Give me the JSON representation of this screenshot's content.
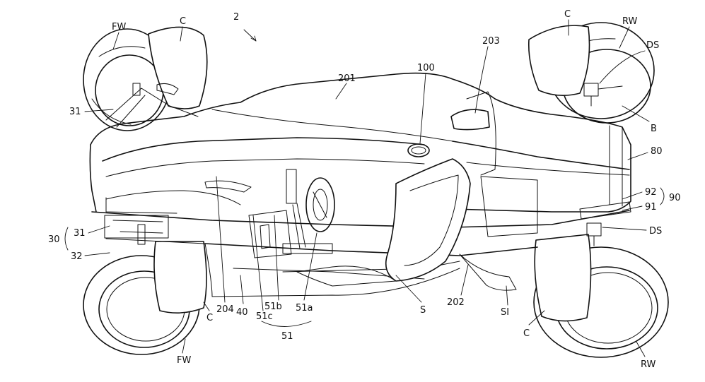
{
  "figure": {
    "figure_number": "2",
    "labels": {
      "fw_front": "FW",
      "c_front_top": "C",
      "c_rear_top": "C",
      "rw_top": "RW",
      "ds_top": "DS",
      "n201": "201",
      "n100": "100",
      "n203": "203",
      "b": "B",
      "n80": "80",
      "n92": "92",
      "n90": "90",
      "n91": "91",
      "ds_bottom": "DS",
      "n31_upper": "31",
      "n30": "30",
      "n31_lower": "31",
      "n32": "32",
      "n204": "204",
      "c_front_bottom": "C",
      "n40": "40",
      "n51c": "51c",
      "n51b": "51b",
      "n51a": "51a",
      "n51": "51",
      "s": "S",
      "n202": "202",
      "si": "SI",
      "c_rear_bottom": "C",
      "fw_bottom": "FW",
      "rw_bottom": "RW"
    }
  }
}
